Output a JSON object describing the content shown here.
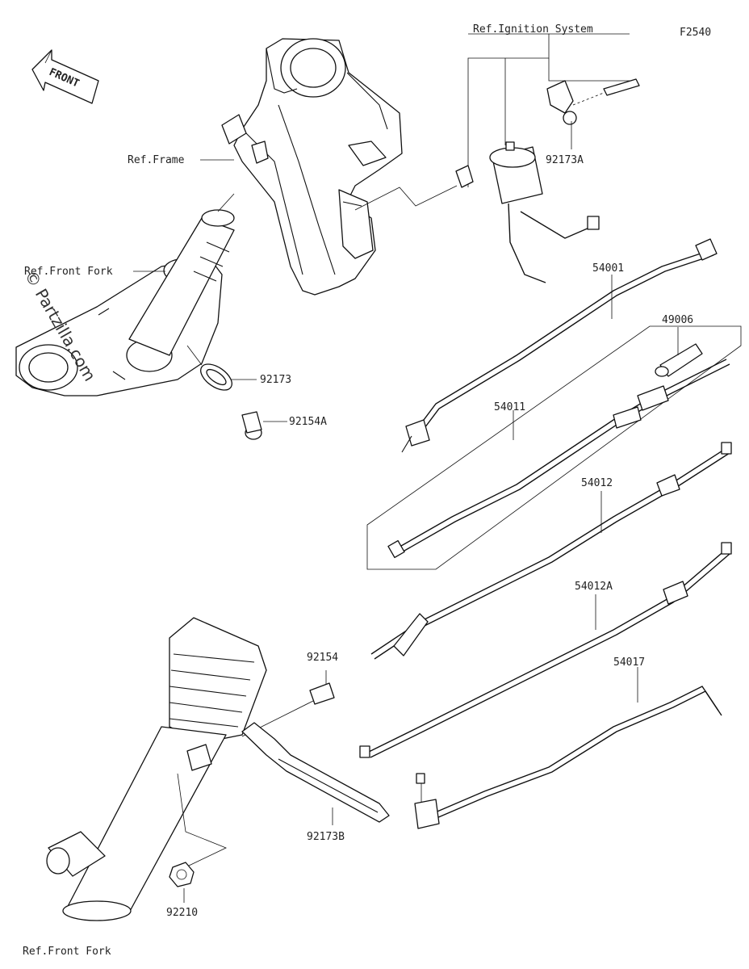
{
  "diagram_code": "F2540",
  "watermark": "© Partzilla.com",
  "front_label": "FRONT",
  "refs": {
    "ignition_system": "Ref.Ignition System",
    "frame": "Ref.Frame",
    "front_fork_top": "Ref.Front Fork",
    "front_fork_bottom": "Ref.Front Fork"
  },
  "parts": {
    "p92173A": "92173A",
    "p54001": "54001",
    "p49006": "49006",
    "p54011": "54011",
    "p92173": "92173",
    "p92154A": "92154A",
    "p54012": "54012",
    "p54012A": "54012A",
    "p54017": "54017",
    "p92154": "92154",
    "p92173B": "92173B",
    "p92210": "92210"
  }
}
